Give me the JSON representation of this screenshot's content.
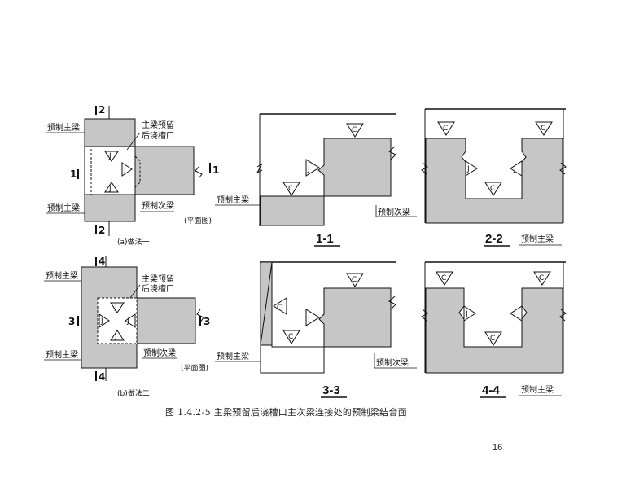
{
  "labels": {
    "main_beam": "预制主梁",
    "secondary_beam": "预制次梁",
    "reserved_slot_line1": "主梁预留",
    "reserved_slot_line2": "后浇槽口",
    "plan_view": "(平面图)",
    "method_a": "(a)做法一",
    "method_b": "(b)做法二"
  },
  "section_marks": {
    "s1": "1",
    "s2": "2",
    "s3": "3",
    "s4": "4",
    "s11": "1-1",
    "s22": "2-2",
    "s33": "3-3",
    "s44": "4-4"
  },
  "symbols": {
    "c": "C",
    "j": "J"
  },
  "caption": "图 1.4.2-5   主梁预留后浇槽口主次梁连接处的预制梁结合面",
  "page_number": "16",
  "colors": {
    "fill": "#c6c6c6",
    "line": "#111111"
  }
}
